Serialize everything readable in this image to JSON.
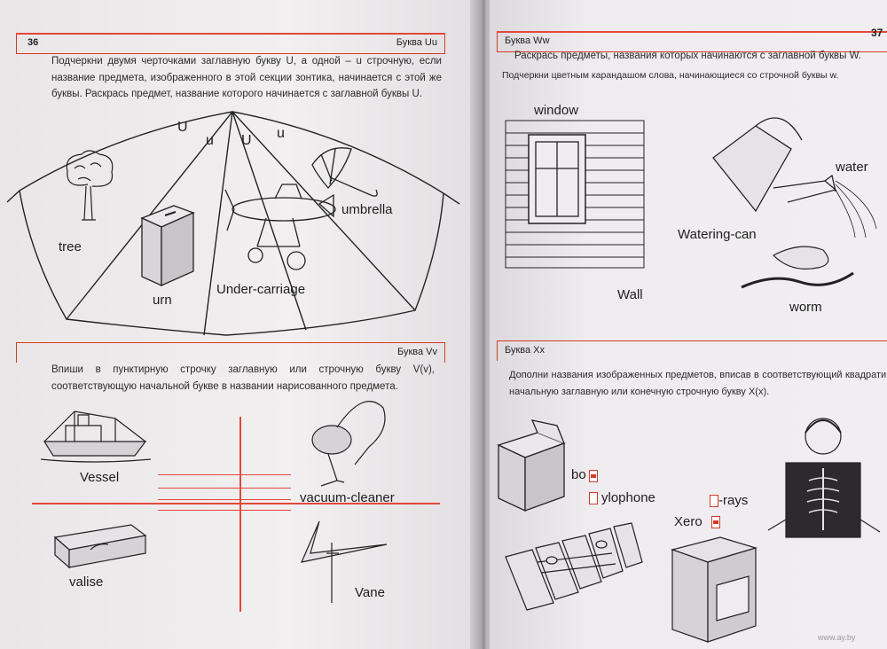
{
  "left": {
    "page_number": "36",
    "section_u": {
      "title": "Буква Uu",
      "instruction": "Подчеркни двумя черточками заглавную букву U, а одной – u строчную, если название предмета, изображенного в этой секции зонтика, начинается с этой же буквы. Раскрась предмет, название которого начинается с заглавной буквы U.",
      "letters": [
        "U",
        "u",
        "U",
        "u"
      ],
      "labels": {
        "tree": "tree",
        "urn": "urn",
        "undercarriage": "Under-carriage",
        "umbrella": "umbrella"
      }
    },
    "section_v": {
      "title": "Буква Vv",
      "instruction": "Впиши в пунктирную строчку заглавную или строчную букву V(v), соответствующую начальной букве в названии нарисованного предмета.",
      "labels": {
        "vessel": "Vessel",
        "vacuum": "vacuum-cleaner",
        "valise": "valise",
        "vane": "Vane"
      }
    }
  },
  "right": {
    "page_number": "37",
    "section_w": {
      "title": "Буква Ww",
      "instruction_1": "Раскрась предметы, названия которых начинаются с заглавной буквы W.",
      "instruction_2": "Подчеркни цветным карандашом слова, начинающиеся со строчной буквы w.",
      "labels": {
        "window": "window",
        "water": "water",
        "wateringcan": "Watering-can",
        "wall": "Wall",
        "worm": "worm"
      }
    },
    "section_x": {
      "title": "Буква Xx",
      "instruction": "Дополни названия изображенных предметов, вписав в соответствующий квадратик начальную заглавную или конечную строчную букву X(x).",
      "labels": {
        "bo": "bo",
        "xylophone": "ylophone",
        "rays": "-rays",
        "xero": "Xero"
      }
    }
  },
  "watermark": "www.ay.by",
  "colors": {
    "accent_red": "#d23a2a",
    "paper": "#eeecee",
    "ink": "#222222"
  }
}
